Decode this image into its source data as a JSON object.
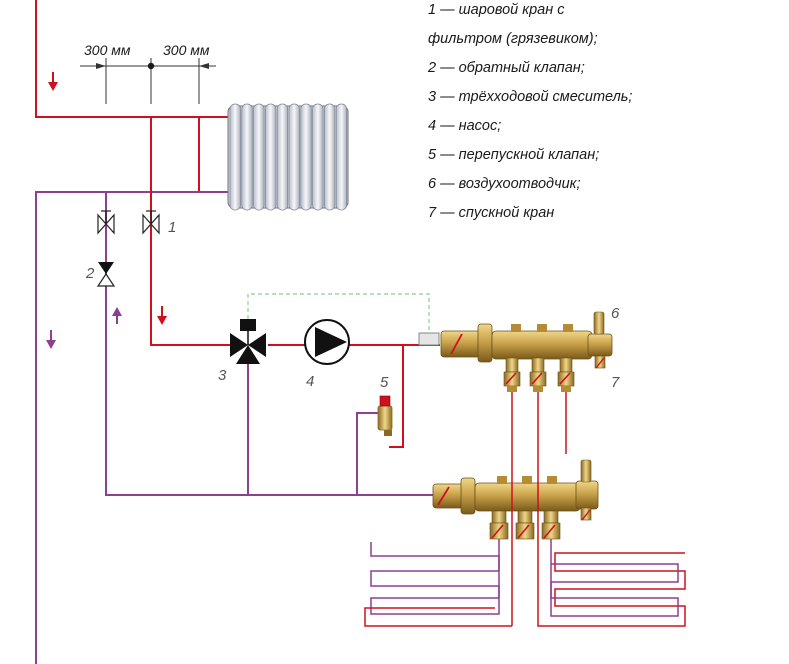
{
  "dimensions": {
    "left": "300 мм",
    "right": "300 мм"
  },
  "component_numbers": {
    "n1": "1",
    "n2": "2",
    "n3": "3",
    "n4": "4",
    "n5": "5",
    "n6": "6",
    "n7": "7"
  },
  "legend": [
    "1 — шаровой кран с",
    "фильтром (грязевиком);",
    "2 — обратный клапан;",
    "3 — трёхходовой смеситель;",
    "4 — насос;",
    "5  — перепускной клапан;",
    "6 — воздухоотводчик;",
    "7 — спускной кран"
  ],
  "colors": {
    "supply": "#d0101c",
    "return": "#8e3f8e",
    "brass": "#c9a24a",
    "brass_dark": "#8a6a22",
    "radiator": "#dfe3ea",
    "sensor_line": "#8fcf8f"
  }
}
